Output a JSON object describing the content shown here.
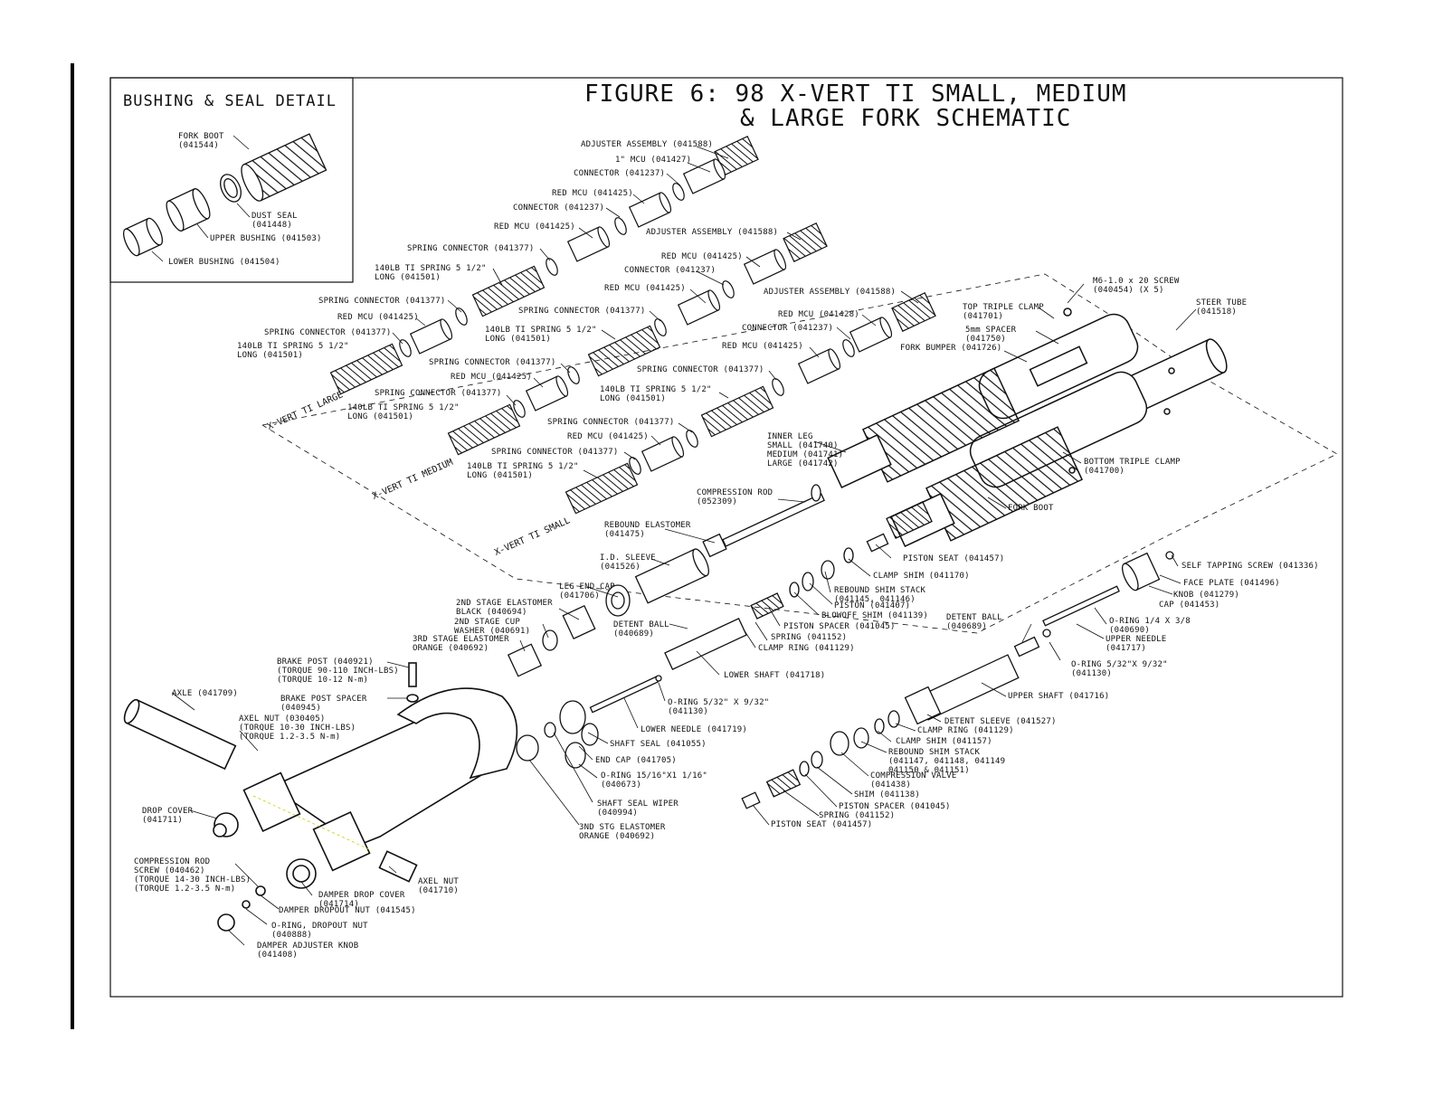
{
  "title": {
    "line1": "FIGURE 6: 98 X-VERT TI SMALL, MEDIUM",
    "line2": "& LARGE FORK SCHEMATIC"
  },
  "inset": {
    "title": "BUSHING & SEAL DETAIL",
    "labels": {
      "fork_boot": "FORK BOOT\n(041544)",
      "dust_seal": "DUST SEAL\n(041448)",
      "upper_bushing": "UPPER BUSHING (041503)",
      "lower_bushing": "LOWER BUSHING (041504)"
    }
  },
  "groups": {
    "large": "X-VERT TI LARGE",
    "medium": "X-VERT TI MEDIUM",
    "small": "X-VERT TI SMALL"
  },
  "labels": {
    "adj1": "ADJUSTER ASSEMBLY (041588)",
    "mcu1": "1\" MCU (041427)",
    "conn1": "CONNECTOR (041237)",
    "red1": "RED MCU (041425)",
    "conn2": "CONNECTOR (041237)",
    "red2": "RED MCU (041425)",
    "springconn1": "SPRING CONNECTOR (041377)",
    "spring1": "140LB TI SPRING 5 1/2\"\nLONG (041501)",
    "springconn2": "SPRING CONNECTOR (041377)",
    "red3": "RED MCU (041425)",
    "springconn3": "SPRING CONNECTOR (041377)",
    "spring2": "140LB TI SPRING 5 1/2\"\nLONG (041501)",
    "adj2": "ADJUSTER ASSEMBLY (041588)",
    "red4": "RED MCU (041425)",
    "conn3": "CONNECTOR (041237)",
    "red5": "RED MCU (041425)",
    "springconn4": "SPRING CONNECTOR (041377)",
    "spring3": "140LB TI SPRING 5 1/2\"\nLONG (041501)",
    "springconn5": "SPRING CONNECTOR (041377)",
    "red6": "RED MCU (041425)",
    "springconn6": "SPRING CONNECTOR (041377)",
    "spring4": "140LB TI SPRING 5 1/2\"\nLONG (041501)",
    "adj3": "ADJUSTER ASSEMBLY (041588)",
    "red7": "RED MCU (041428)",
    "conn4": "CONNECTOR (041237)",
    "red8": "RED MCU (041425)",
    "springconn7": "SPRING CONNECTOR (041377)",
    "spring5": "140LB TI SPRING 5 1/2\"\nLONG (041501)",
    "springconn8": "SPRING CONNECTOR (041377)",
    "red9": "RED MCU (041425)",
    "springconn9": "SPRING CONNECTOR (041377)",
    "spring6": "140LB TI SPRING 5 1/2\"\nLONG (041501)",
    "screw": "M6-1.0 x 20 SCREW\n(040454) (X 5)",
    "top_clamp": "TOP TRIPLE CLAMP\n(041701)",
    "spacer": "5mm SPACER\n(041750)",
    "bumper": "FORK BUMPER (041726)",
    "steer": "STEER TUBE\n(041518)",
    "inner_leg": "INNER LEG\nSMALL (041740)\nMEDIUM (041741)\nLARGE (041742)",
    "bottom_clamp": "BOTTOM TRIPLE CLAMP\n(041700)",
    "fork_boot": "FORK BOOT",
    "comp_rod": "COMPRESSION ROD\n(052309)",
    "rebound_elast": "REBOUND ELASTOMER\n(041475)",
    "id_sleeve": "I.D. SLEEVE\n(041526)",
    "leg_cap": "LEG END CAP\n(041706)",
    "stage2_elast": "2ND STAGE ELASTOMER\nBLACK (040694)",
    "stage2_cup": "2ND STAGE CUP\nWASHER (040691)",
    "stage3_elast": "3RD STAGE ELASTOMER\nORANGE (040692)",
    "detent_ball1": "DETENT BALL\n(040689)",
    "piston_seat1": "PISTON SEAT (041457)",
    "clamp_shim1": "CLAMP SHIM (041170)",
    "rebound_stack1": "REBOUND SHIM STACK\n(041145, 041146)",
    "piston": "PISTON (041407)",
    "blowoff": "BLOWOFF SHIM (041139)",
    "piston_spacer1": "PISTON SPACER (041045)",
    "spring_a": "SPRING (041152)",
    "clamp_ring1": "CLAMP RING (041129)",
    "lower_shaft": "LOWER SHAFT (041718)",
    "oring1": "O-RING 5/32\" X 9/32\"\n(041130)",
    "lower_needle": "LOWER NEEDLE (041719)",
    "shaft_seal": "SHAFT SEAL (041055)",
    "end_cap": "END CAP (041705)",
    "oring2": "O-RING 15/16\"X1 1/16\"\n(040673)",
    "wiper": "SHAFT SEAL WIPER\n(040994)",
    "stg3_orange": "3ND STG ELASTOMER\nORANGE (040692)",
    "self_tap": "SELF TAPPING SCREW (041336)",
    "face_plate": "FACE PLATE (041496)",
    "knob": "KNOB (041279)",
    "cap": "CAP (041453)",
    "oring3": "O-RING 1/4 X 3/8\n(040690)",
    "upper_needle": "UPPER NEEDLE\n(041717)",
    "detent_ball2": "DETENT BALL\n(040689)",
    "oring4": "O-RING 5/32\"X 9/32\"\n(041130)",
    "upper_shaft": "UPPER SHAFT (041716)",
    "detent_sleeve": "DETENT SLEEVE (041527)",
    "clamp_ring2": "CLAMP RING (041129)",
    "clamp_shim2": "CLAMP SHIM (041157)",
    "rebound_stack2": "REBOUND SHIM STACK\n(041147, 041148, 041149\n041150 & 041151)",
    "comp_valve": "COMPRESSION VALVE\n(041438)",
    "shim": "SHIM (041138)",
    "piston_spacer2": "PISTON SPACER (041045)",
    "spring_b": "SPRING (041152)",
    "piston_seat2": "PISTON SEAT (041457)",
    "brake_post": "BRAKE POST (040921)\n(TORQUE 90-110 INCH-LBS)\n(TORQUE 10-12 N-m)",
    "brake_spacer": "BRAKE POST SPACER\n(040945)",
    "axle": "AXLE (041709)",
    "axel_nut1": "AXEL NUT (030405)\n(TORQUE 10-30 INCH-LBS)\n(TORQUE 1.2-3.5 N-m)",
    "drop_cover": "DROP COVER\n(041711)",
    "comp_rod_screw": "COMPRESSION ROD\nSCREW (040462)\n(TORQUE 14-30 INCH-LBS)\n(TORQUE 1.2-3.5 N-m)",
    "axel_nut2": "AXEL NUT\n(041710)",
    "damper_cover": "DAMPER DROP COVER\n(041714)",
    "damper_nut": "DAMPER DROPOUT NUT (041545)",
    "oring_drop": "O-RING, DROPOUT NUT\n(040888)",
    "damper_knob": "DAMPER ADJUSTER KNOB\n(041408)"
  }
}
